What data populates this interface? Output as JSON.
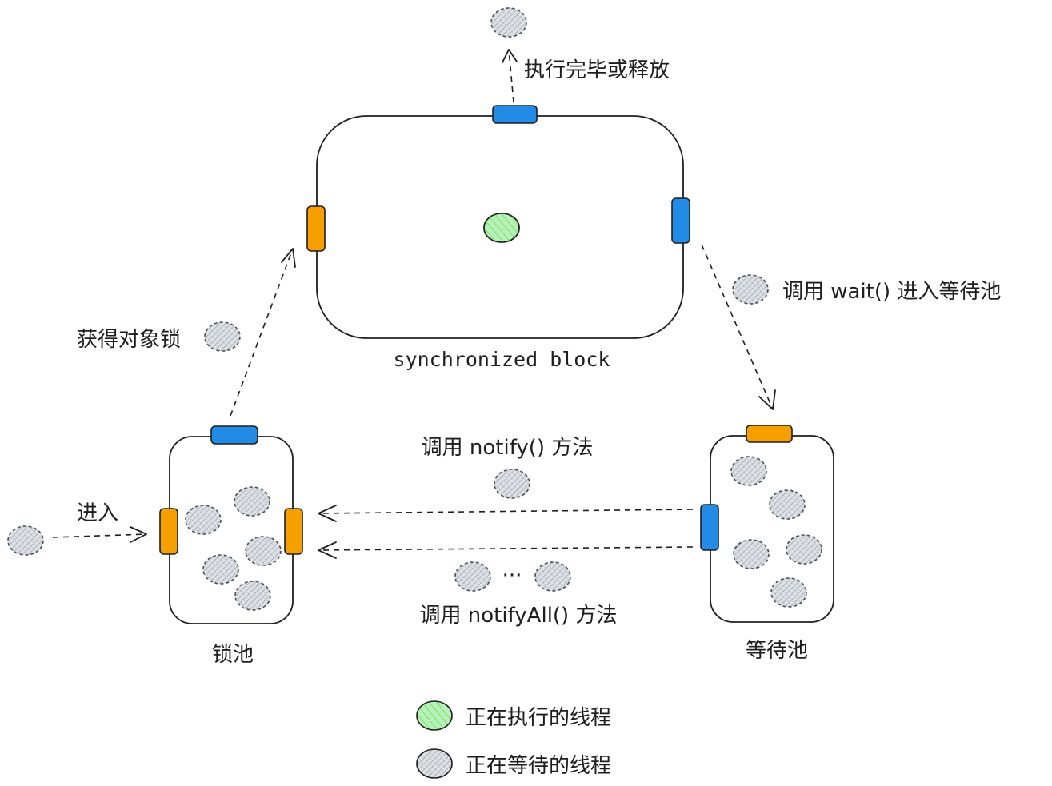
{
  "colors": {
    "running_fill": "#b2f2bb",
    "running_hatch": "#82c91e",
    "waiting_fill": "#e9ecef",
    "waiting_hatch": "#868e96",
    "blue_port": "#228be6",
    "orange_port": "#f59f00",
    "stroke": "#1e1e1e"
  },
  "labels": {
    "release": "执行完毕或释放",
    "wait": "调用 wait() 进入等待池",
    "acquire": "获得对象锁",
    "sync_block": "synchronized block",
    "notify": "调用 notify() 方法",
    "notify_all": "调用 notifyAll() 方法",
    "ellipsis": "···",
    "enter": "进入",
    "lock_pool": "锁池",
    "wait_pool": "等待池"
  },
  "legend": {
    "running": "正在执行的线程",
    "waiting": "正在等待的线程"
  }
}
